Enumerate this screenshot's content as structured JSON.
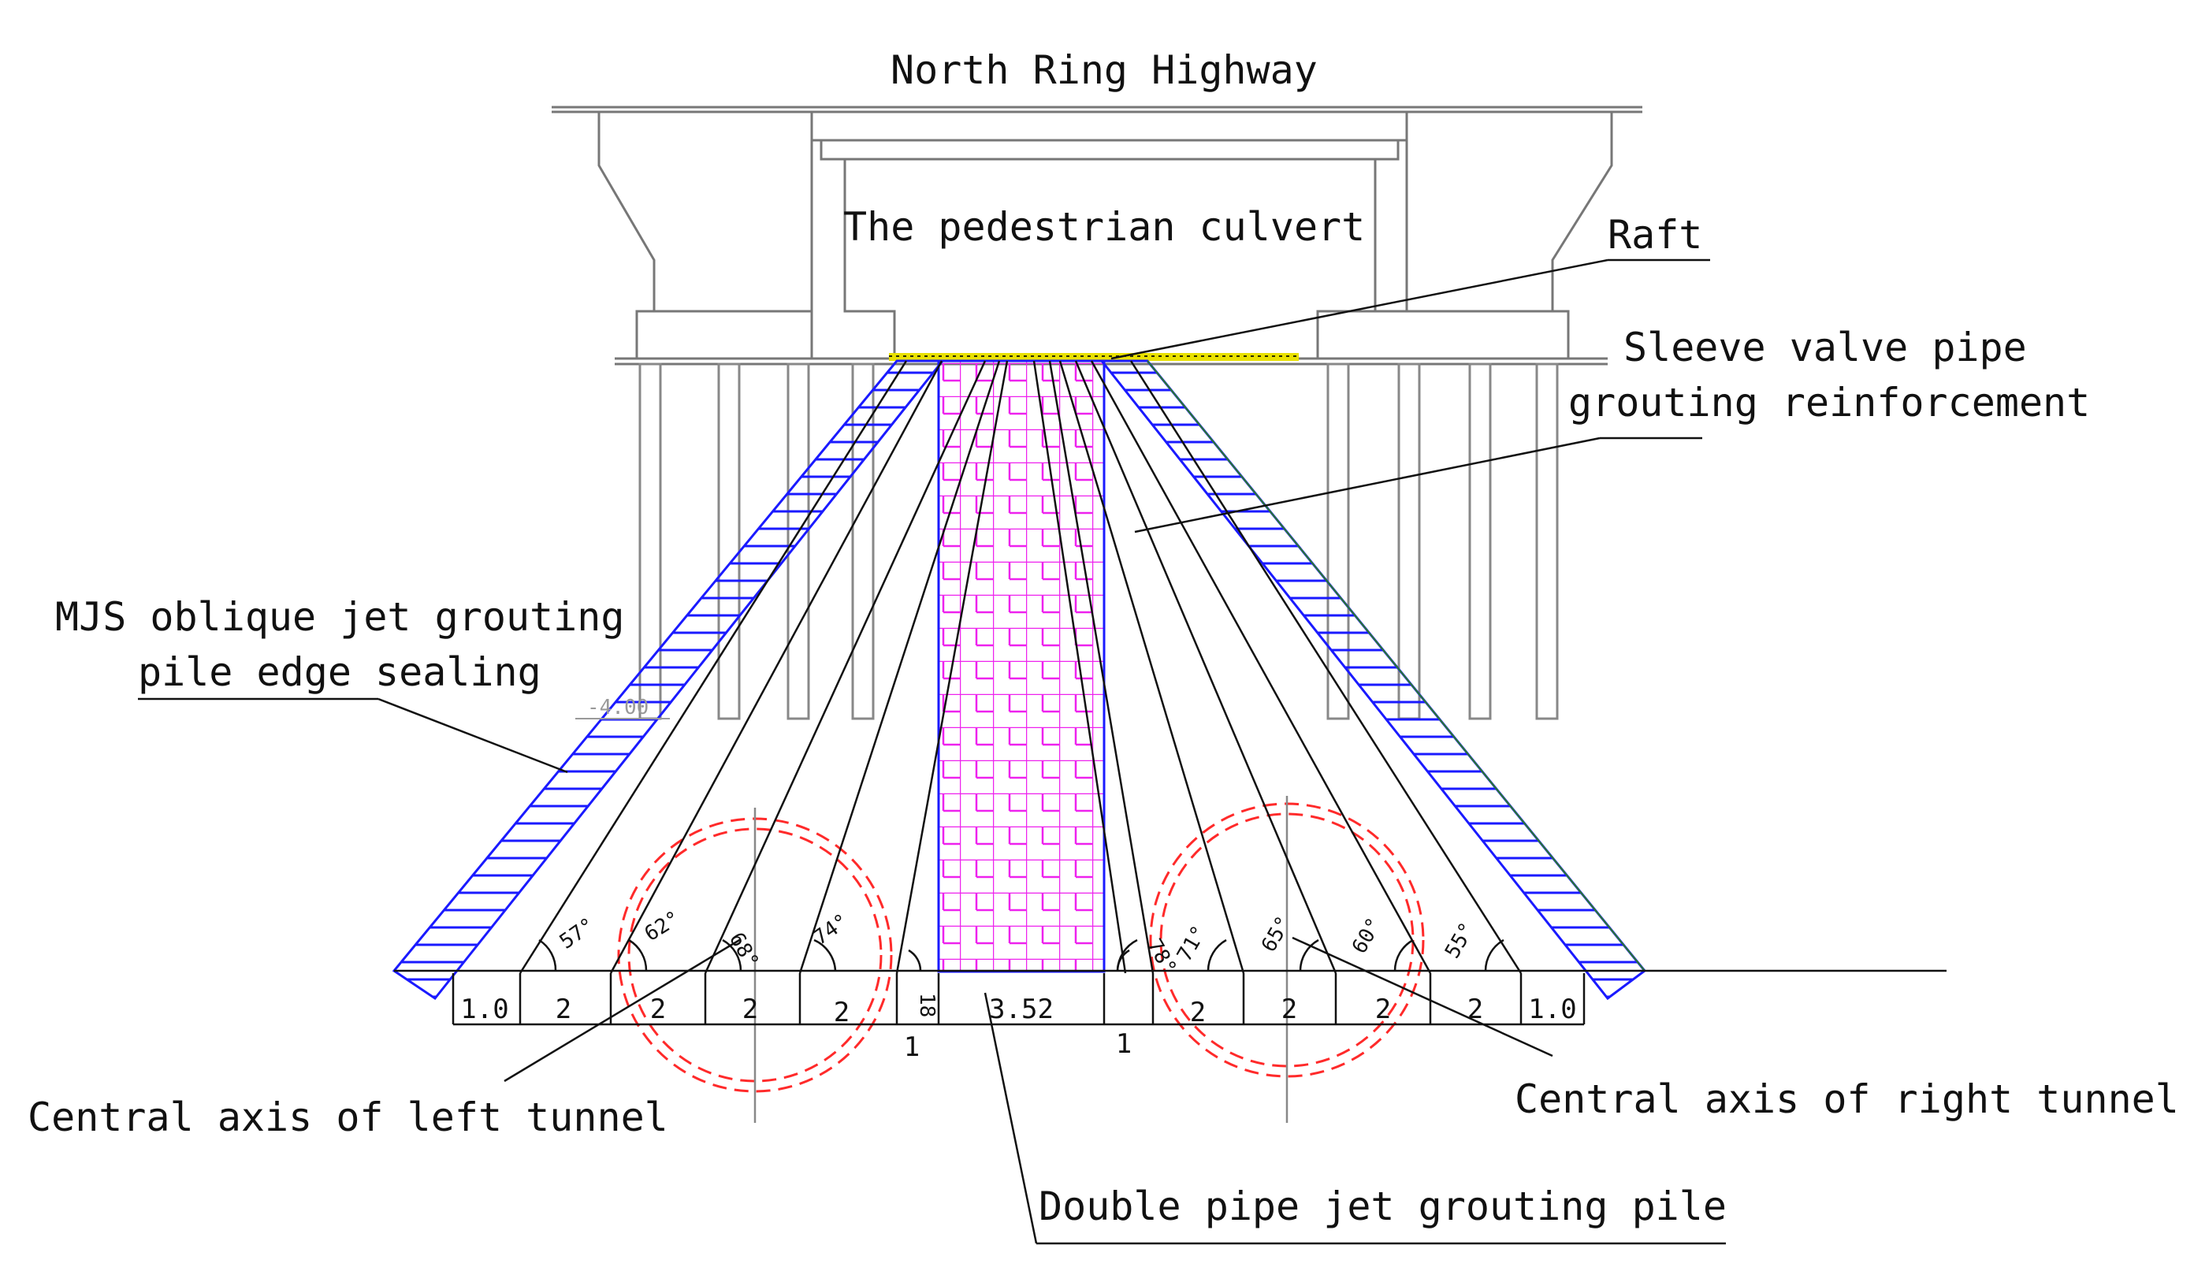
{
  "labels": {
    "north_ring_highway": "North Ring Highway",
    "pedestrian_culvert": "The pedestrian culvert",
    "raft": "Raft",
    "sleeve_line1": "Sleeve valve pipe",
    "sleeve_line2": "grouting reinforcement",
    "mjs_line1": "MJS oblique jet grouting",
    "mjs_line2": "pile edge sealing",
    "left_axis": "Central axis of left tunnel",
    "right_axis": "Central axis of right tunnel",
    "double_pipe": "Double pipe jet grouting pile",
    "elevation": "-4.00"
  },
  "dimensions": {
    "left": [
      "1.0",
      "2",
      "2",
      "2",
      "2"
    ],
    "center": "3.52",
    "right": [
      "2",
      "2",
      "2",
      "2",
      "1.0"
    ],
    "offset_left": "1",
    "offset_right": "1",
    "center_small": "18"
  },
  "angles": {
    "left": [
      "57°",
      "62°",
      "68°",
      "74°"
    ],
    "right": [
      "78°",
      "71°",
      "65°",
      "60°",
      "55°"
    ]
  },
  "colors": {
    "line": "#111111",
    "mjs_hatch": "#1a1aff",
    "double_pipe_grid": "#ee22ee",
    "tunnel": "#ff2a2a",
    "raft": "#e8e000",
    "structure": "#777777"
  }
}
